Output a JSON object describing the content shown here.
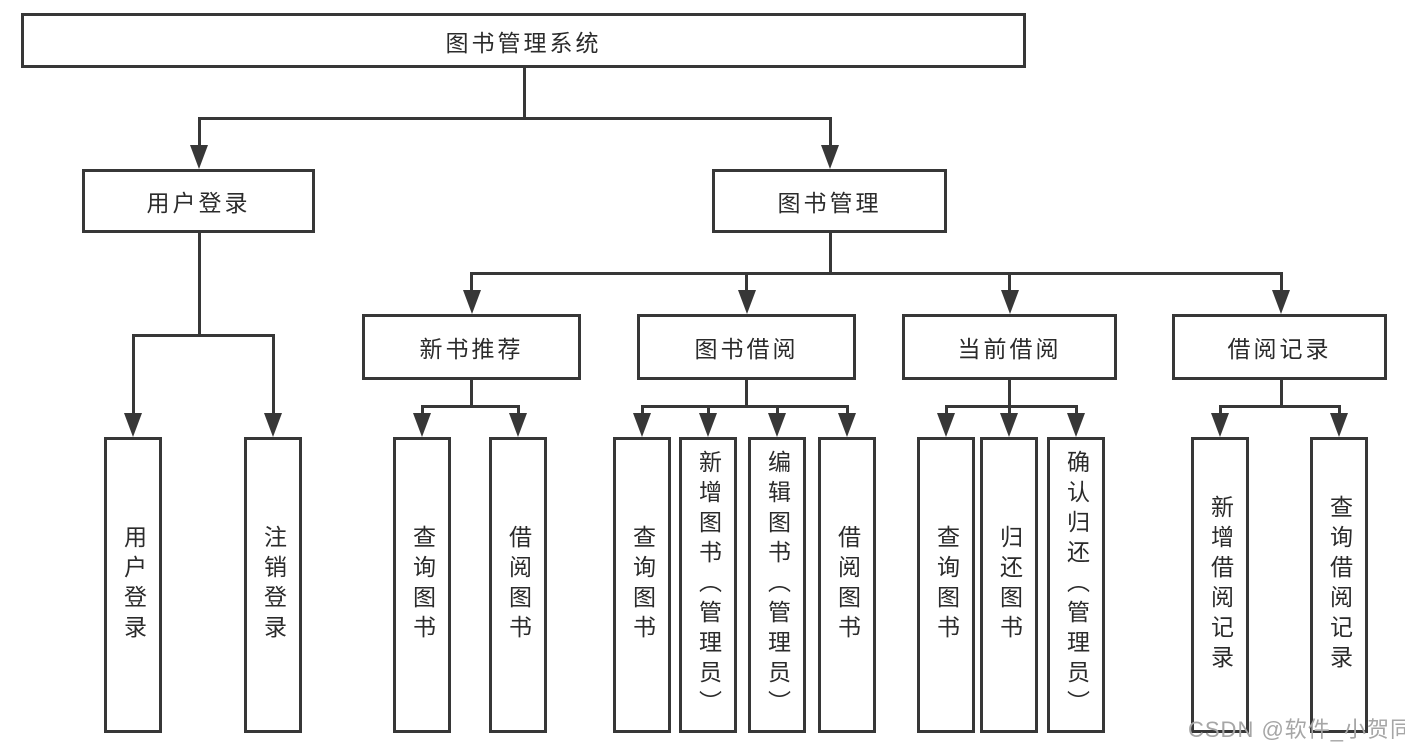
{
  "diagram": {
    "root": {
      "label": "图书管理系统"
    },
    "branches": [
      {
        "label": "用户登录",
        "children": [
          {
            "label": "用户登录"
          },
          {
            "label": "注销登录"
          }
        ]
      },
      {
        "label": "图书管理",
        "children": [
          {
            "label": "新书推荐",
            "children": [
              {
                "label": "查询图书"
              },
              {
                "label": "借阅图书"
              }
            ]
          },
          {
            "label": "图书借阅",
            "children": [
              {
                "label": "查询图书"
              },
              {
                "label": "新增图书（管理员）"
              },
              {
                "label": "编辑图书（管理员）"
              },
              {
                "label": "借阅图书"
              }
            ]
          },
          {
            "label": "当前借阅",
            "children": [
              {
                "label": "查询图书"
              },
              {
                "label": "归还图书"
              },
              {
                "label": "确认归还（管理员）"
              }
            ]
          },
          {
            "label": "借阅记录",
            "children": [
              {
                "label": "新增借阅记录"
              },
              {
                "label": "查询借阅记录"
              }
            ]
          }
        ]
      }
    ]
  },
  "watermark": {
    "text": "CSDN @软件_小贺同学"
  },
  "colors": {
    "line": "#373737",
    "text": "#2b2b2b",
    "background": "#ffffff",
    "watermark": "#a6a6a6"
  }
}
